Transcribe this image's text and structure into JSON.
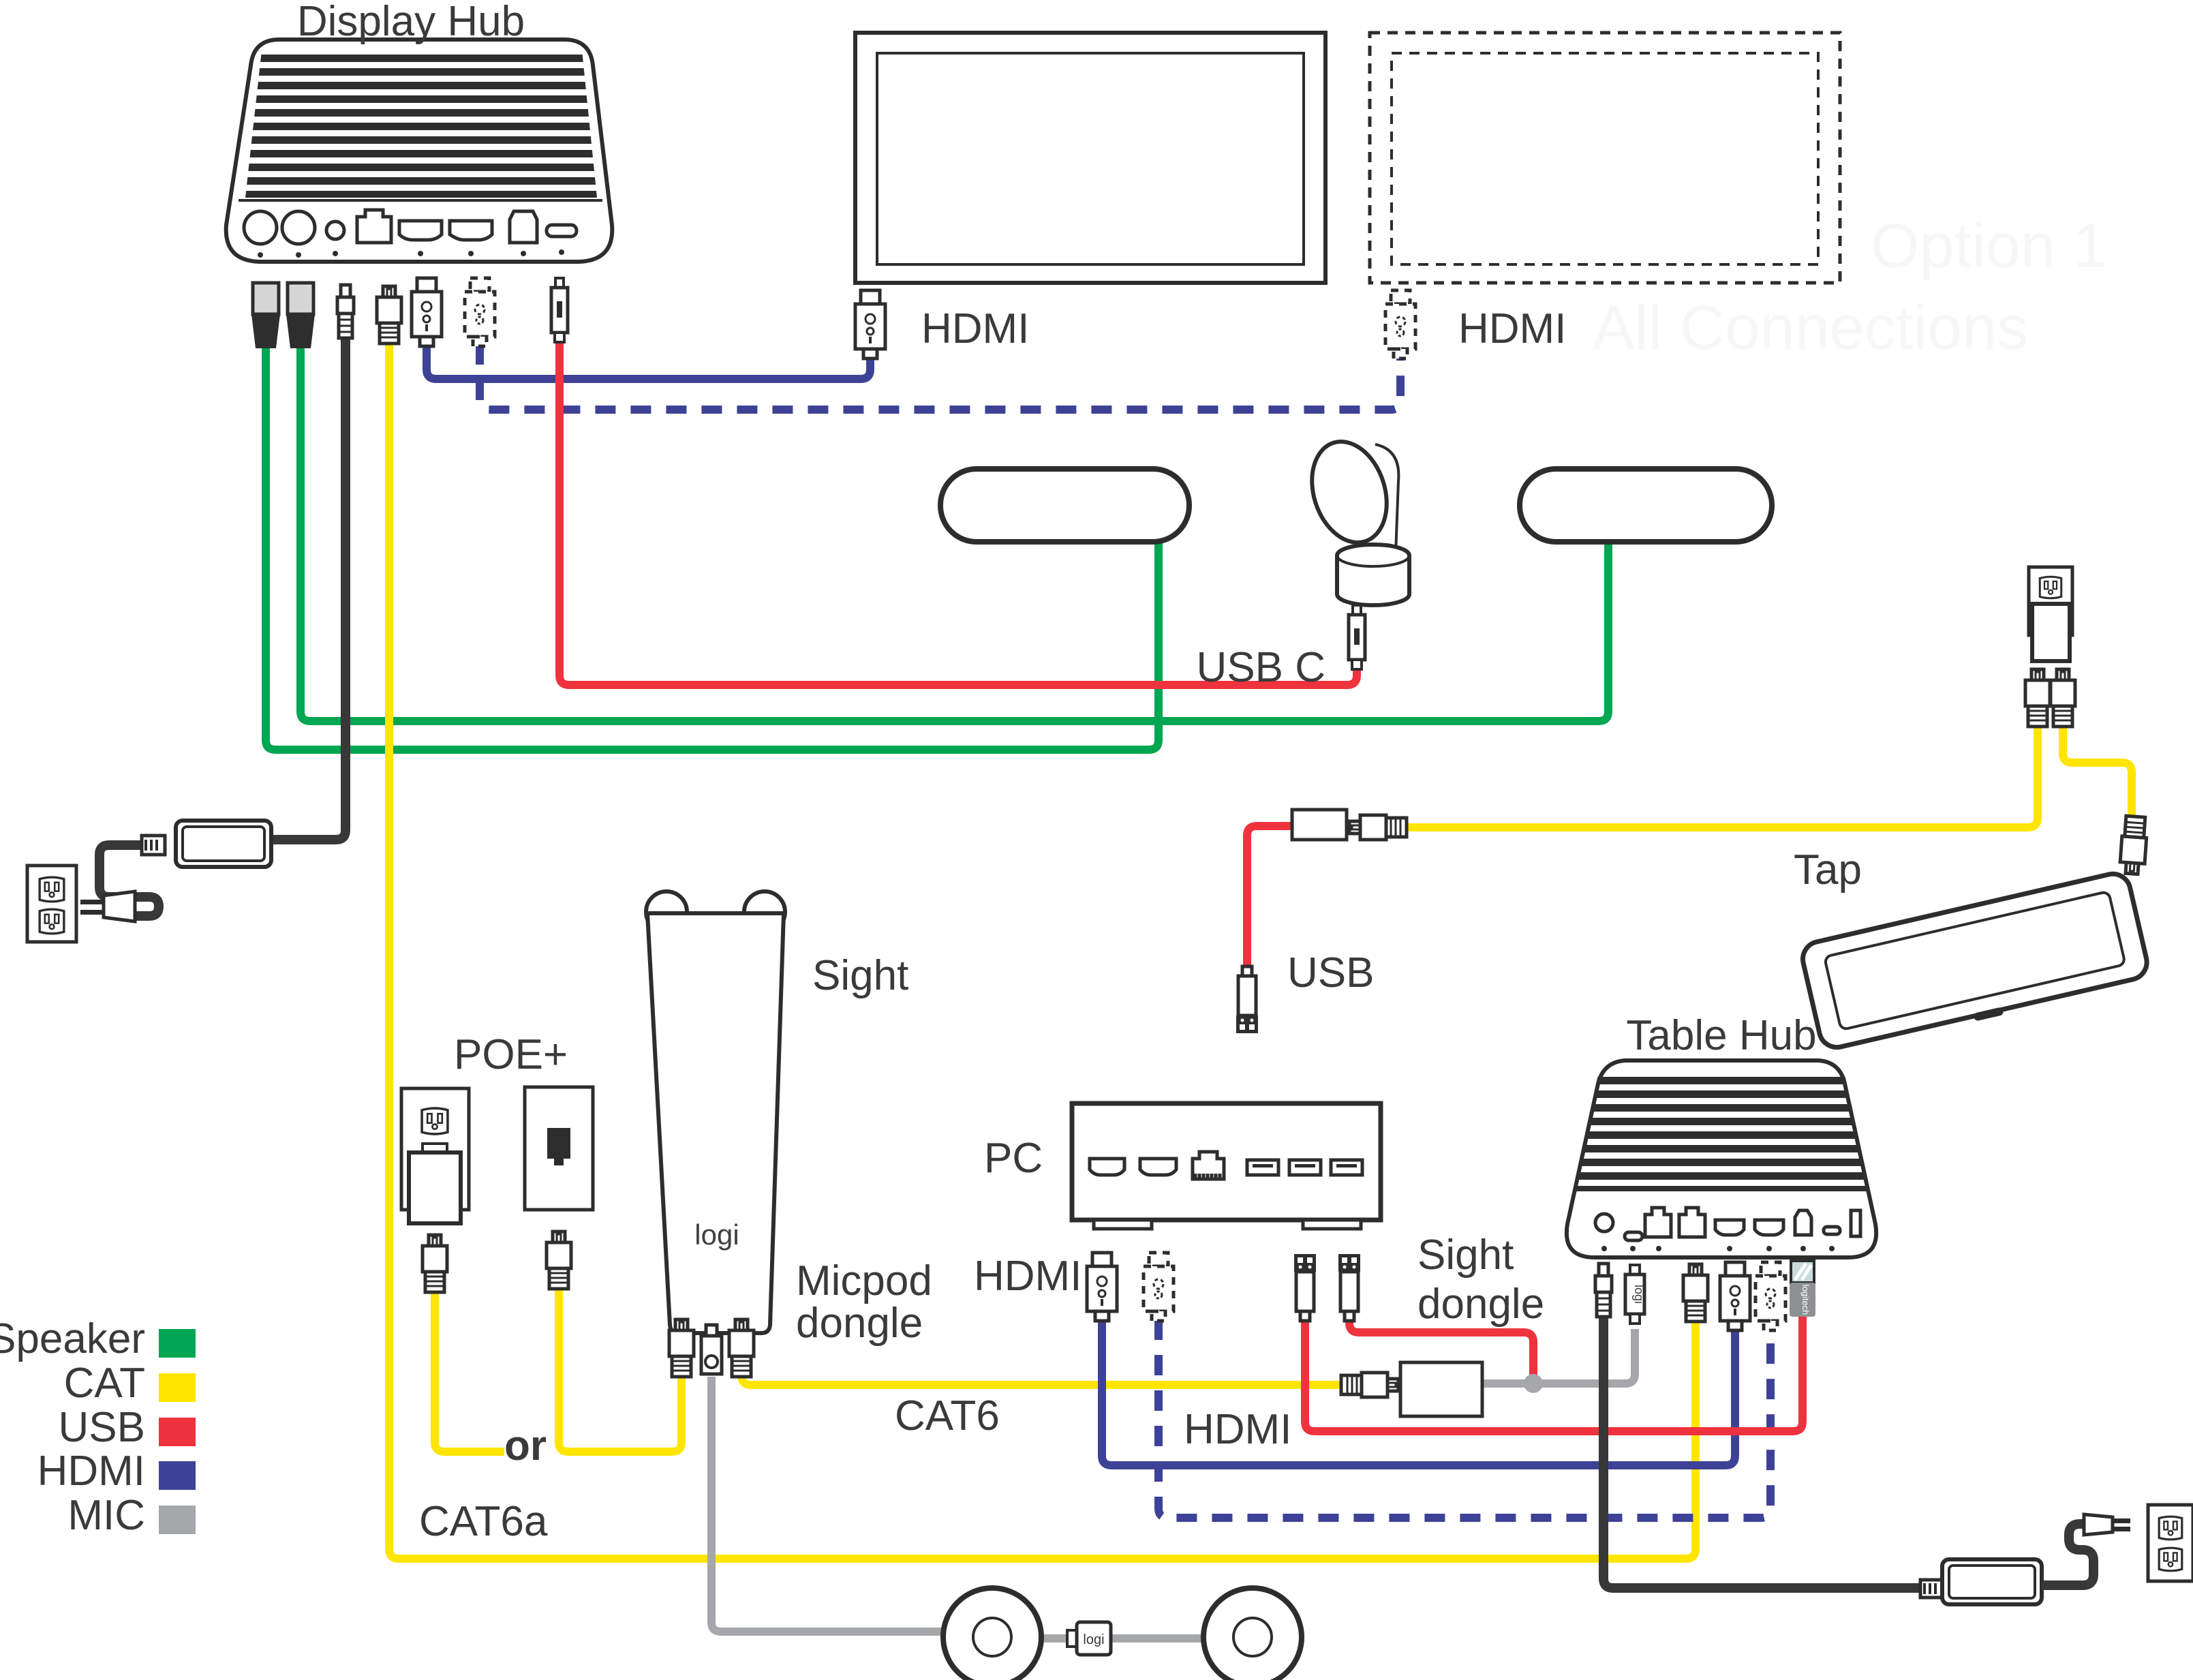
{
  "watermark": {
    "line1": "Option 1",
    "line2": "All Connections"
  },
  "labels": {
    "display_hub": "Display Hub",
    "hdmi_display1": "HDMI",
    "hdmi_display2": "HDMI",
    "usb_c": "USB C",
    "tap": "Tap",
    "usb": "USB",
    "table_hub": "Table Hub",
    "pc": "PC",
    "hdmi_pc": "HDMI",
    "hdmi_cable": "HDMI",
    "sight": "Sight",
    "micpod_line1": "Micpod",
    "micpod_line2": "dongle",
    "sight_dongle_line1": "Sight",
    "sight_dongle_line2": "dongle",
    "poe": "POE+",
    "or": "or",
    "cat6": "CAT6",
    "cat6a": "CAT6a",
    "logi": "logi",
    "logitech": "logitech"
  },
  "legend": {
    "items": [
      {
        "label": "Speaker",
        "color": "#00A651"
      },
      {
        "label": "CAT",
        "color": "#FFE500"
      },
      {
        "label": "USB",
        "color": "#EF333E"
      },
      {
        "label": "HDMI",
        "color": "#3E4296"
      },
      {
        "label": "MIC",
        "color": "#A5A7AA"
      }
    ]
  },
  "colors": {
    "speaker": "#00A651",
    "cat": "#FFE500",
    "usb": "#EF333E",
    "hdmi": "#3E4296",
    "mic": "#A5A7AA",
    "power": "#383838",
    "outline": "#2d2d2d",
    "text": "#3a3a3a"
  },
  "icons": {
    "connector_rj45": "ethernet-rj45-connector",
    "connector_hdmi": "hdmi-connector",
    "connector_usb_a": "usb-a-connector",
    "connector_usb_c": "usb-c-connector",
    "connector_speaker": "speaker-mini-xlr-connector",
    "connector_power": "dc-barrel-connector",
    "outlet": "ac-power-outlet",
    "receiver": "logitech-usb-receiver"
  }
}
